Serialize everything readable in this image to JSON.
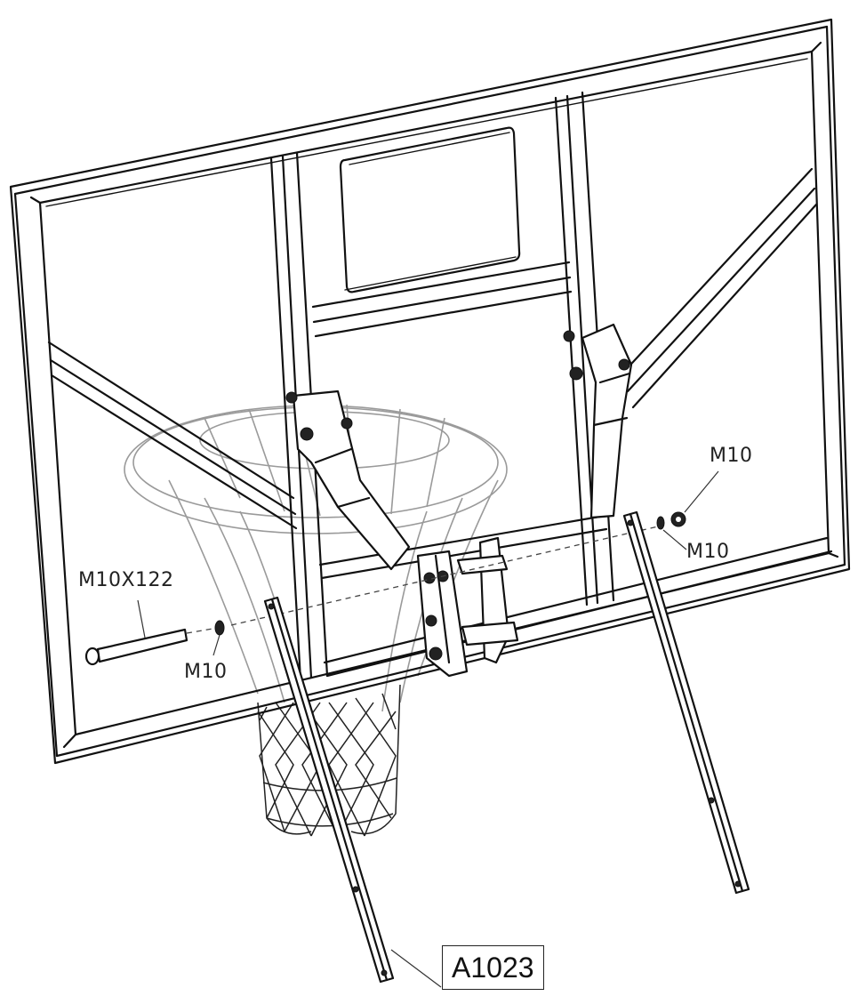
{
  "diagram": {
    "subject": "Basketball backboard with rim, net, mounting bracket and two support braces (exploded hardware view)",
    "callouts": {
      "nut_upper_right": "M10",
      "washer_right": "M10",
      "bolt_left": "M10X122",
      "washer_left": "M10"
    },
    "part_number": "A1023"
  }
}
